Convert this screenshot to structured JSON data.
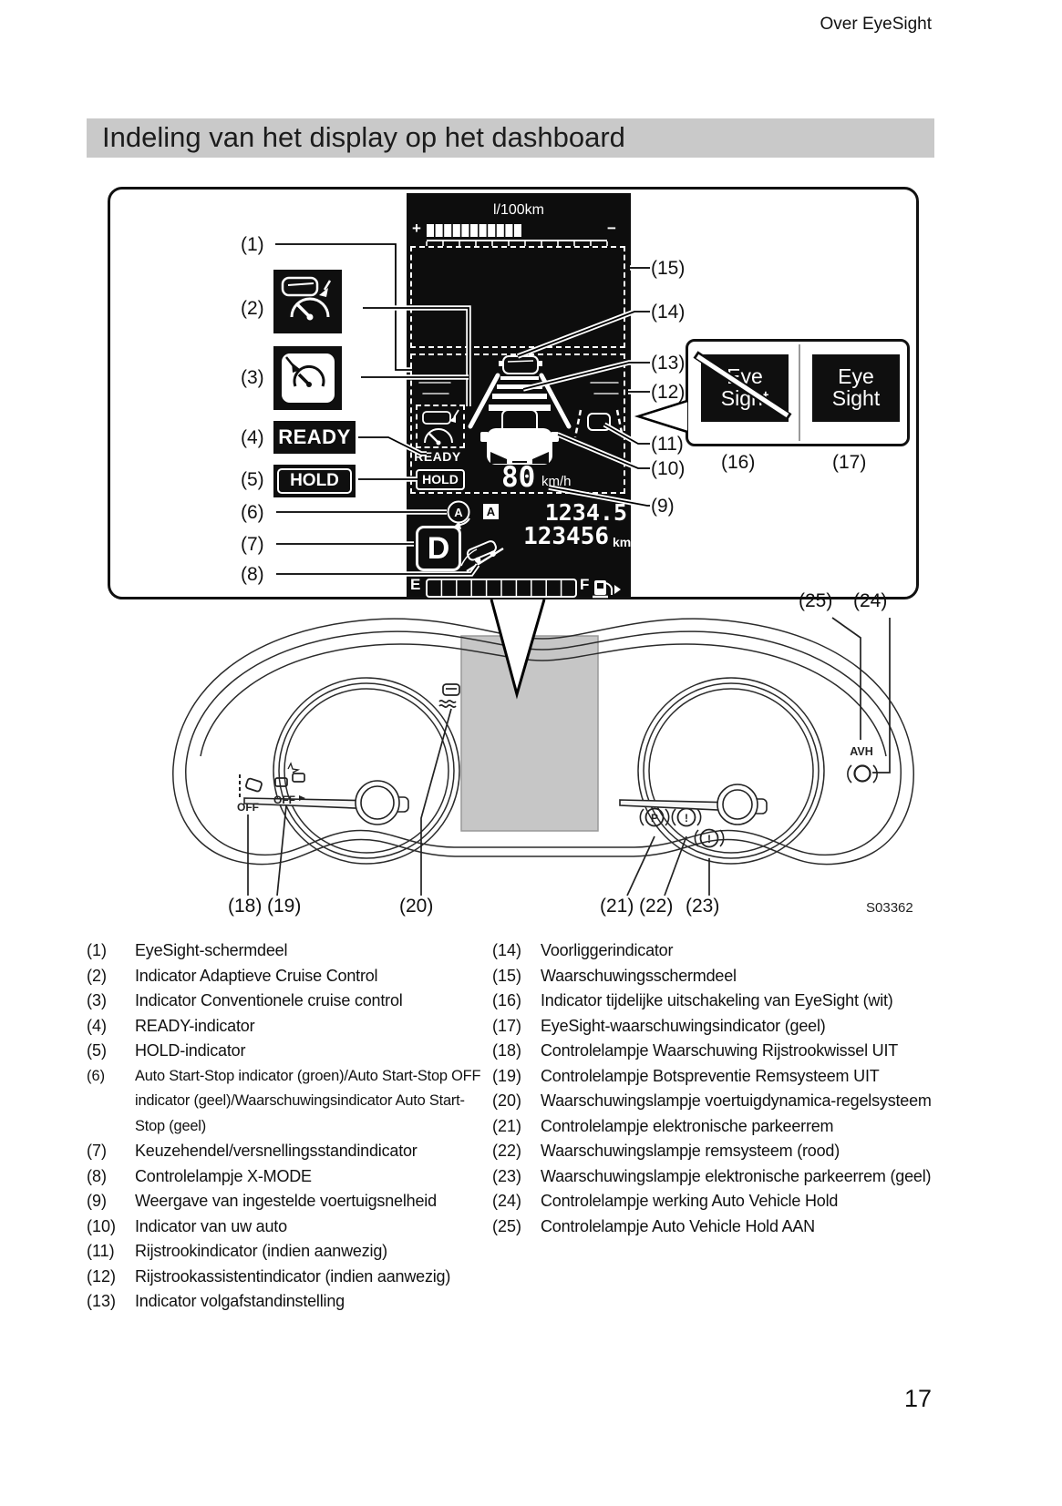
{
  "page": {
    "header": "Over EyeSight",
    "title": "Indeling van het display op het dashboard",
    "page_number": "17",
    "figure_code": "S03362"
  },
  "display": {
    "fuel_econ_label": "l/100km",
    "plus": "+",
    "minus": "−",
    "ready": "READY",
    "hold": "HOLD",
    "speed_value": "80",
    "speed_unit": "km/h",
    "auto_start_stop": "A",
    "gear": "D",
    "trip_label": "A",
    "trip_value": "1234.5",
    "odo_value": "123456",
    "odo_unit": "km",
    "fuel_empty": "E",
    "fuel_full": "F"
  },
  "eyesight_logo": {
    "line1": "Eye",
    "line2": "Sight"
  },
  "cluster": {
    "avh": "AVH",
    "lane_off": "OFF",
    "precollision_off": "OFF",
    "park": "P",
    "brake_warn": "!",
    "park_warn": "!"
  },
  "callouts": {
    "c1": "(1)",
    "c2": "(2)",
    "c3": "(3)",
    "c4": "(4)",
    "c5": "(5)",
    "c6": "(6)",
    "c7": "(7)",
    "c8": "(8)",
    "c9": "(9)",
    "c10": "(10)",
    "c11": "(11)",
    "c12": "(12)",
    "c13": "(13)",
    "c14": "(14)",
    "c15": "(15)",
    "c16": "(16)",
    "c17": "(17)",
    "c18": "(18)",
    "c19": "(19)",
    "c20": "(20)",
    "c21": "(21)",
    "c22": "(22)",
    "c23": "(23)",
    "c24": "(24)",
    "c25": "(25)"
  },
  "legend": {
    "left": [
      {
        "num": "(1)",
        "text": "EyeSight-schermdeel"
      },
      {
        "num": "(2)",
        "text": "Indicator Adaptieve Cruise Control"
      },
      {
        "num": "(3)",
        "text": "Indicator Conventionele cruise control"
      },
      {
        "num": "(4)",
        "text": "READY-indicator"
      },
      {
        "num": "(5)",
        "text": "HOLD-indicator"
      },
      {
        "num": "(6)",
        "text": "Auto Start-Stop indicator (groen)/Auto Start-Stop OFF indicator (geel)/Waarschuwingsindicator Auto Start-Stop (geel)",
        "small": true
      },
      {
        "num": "(7)",
        "text": "Keuzehendel/versnellingsstandindicator"
      },
      {
        "num": "(8)",
        "text": "Controlelampje X-MODE"
      },
      {
        "num": "(9)",
        "text": "Weergave van ingestelde voertuigsnelheid"
      },
      {
        "num": "(10)",
        "text": "Indicator van uw auto"
      },
      {
        "num": "(11)",
        "text": "Rijstrookindicator (indien aanwezig)"
      },
      {
        "num": "(12)",
        "text": "Rijstrookassistentindicator (indien aanwezig)"
      },
      {
        "num": "(13)",
        "text": "Indicator volgafstandinstelling"
      }
    ],
    "right": [
      {
        "num": "(14)",
        "text": "Voorliggerindicator"
      },
      {
        "num": "(15)",
        "text": "Waarschuwingsschermdeel"
      },
      {
        "num": "(16)",
        "text": "Indicator tijdelijke uitschakeling van EyeSight (wit)"
      },
      {
        "num": "(17)",
        "text": "EyeSight-waarschuwingsindicator (geel)"
      },
      {
        "num": "(18)",
        "text": "Controlelampje Waarschuwing Rijstrookwissel UIT"
      },
      {
        "num": "(19)",
        "text": "Controlelampje Botspreventie Remsysteem UIT"
      },
      {
        "num": "(20)",
        "text": "Waarschuwingslampje voertuigdynamica-regelsysteem"
      },
      {
        "num": "(21)",
        "text": "Controlelampje elektronische parkeerrem"
      },
      {
        "num": "(22)",
        "text": "Waarschuwingslampje remsysteem (rood)"
      },
      {
        "num": "(23)",
        "text": "Waarschuwingslampje elektronische parkeerrem (geel)"
      },
      {
        "num": "(24)",
        "text": "Controlelampje werking Auto Vehicle Hold"
      },
      {
        "num": "(25)",
        "text": "Controlelampje Auto Vehicle Hold AAN"
      }
    ]
  }
}
